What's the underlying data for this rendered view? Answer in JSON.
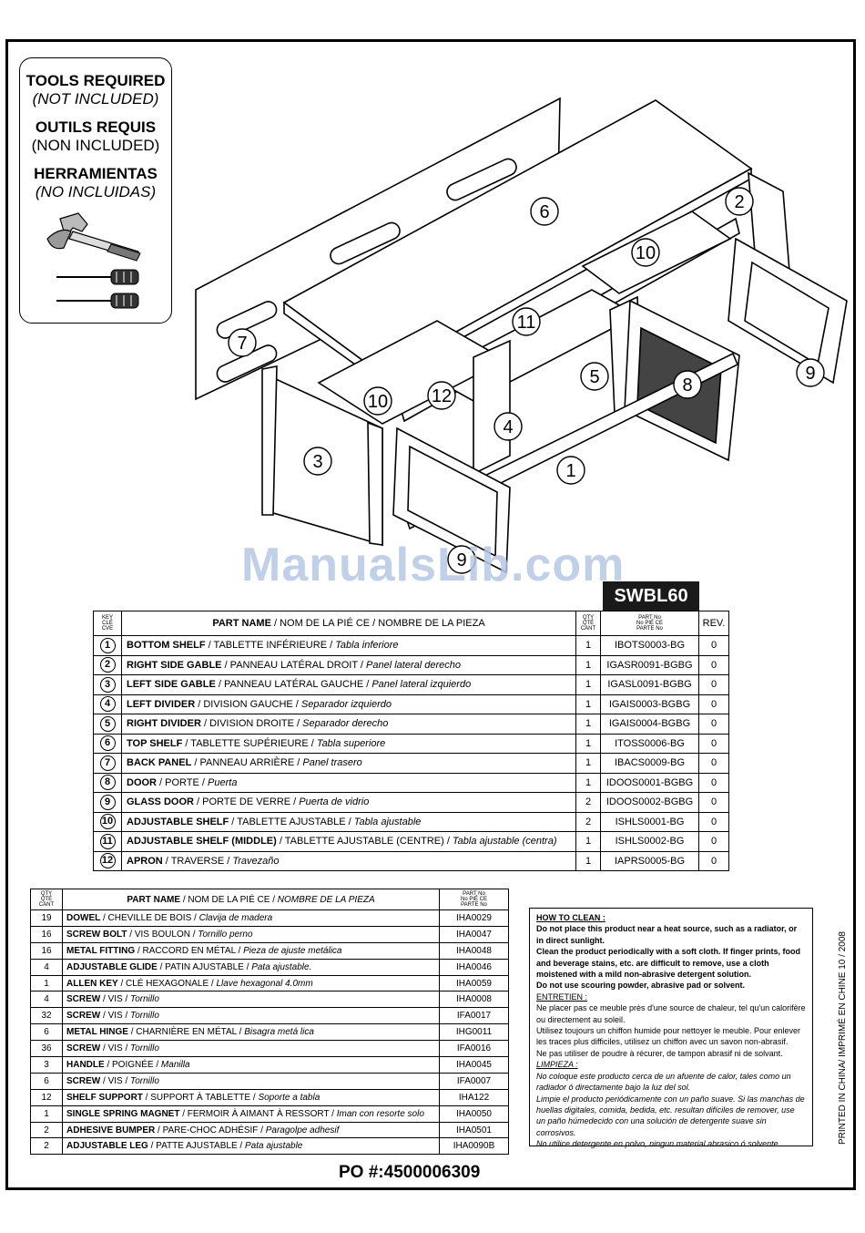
{
  "tools": {
    "en_title": "TOOLS REQUIRED",
    "en_sub": "(NOT INCLUDED)",
    "fr_title": "OUTILS REQUIS",
    "fr_sub": "(NON INCLUDED)",
    "es_title": "HERRAMIENTAS",
    "es_sub": "(NO  INCLUIDAS)"
  },
  "callouts": [
    "1",
    "2",
    "3",
    "4",
    "5",
    "6",
    "7",
    "8",
    "9",
    "9",
    "10",
    "10",
    "11",
    "12"
  ],
  "watermark": "ManualsLib.com",
  "model": "SWBL60",
  "parts_header": {
    "key": "KEY\nCLÉ\nCVE",
    "part_name_bold": "PART NAME",
    "part_name_rest": " / NOM DE LA PIÉ CE / NOMBRE DE LA PIEZA",
    "qty": "QTY\nQTÉ\nCANT",
    "part_no": "PART No\nNo PIÉ CE\nPARTE No",
    "rev": "REV."
  },
  "parts": [
    {
      "key": "1",
      "en": "BOTTOM SHELF",
      "fr": " / TABLETTE INFÉRIEURE / ",
      "es": "Tabla inferiore",
      "qty": "1",
      "no": "IBOTS0003-BG",
      "rev": "0"
    },
    {
      "key": "2",
      "en": "RIGHT SIDE GABLE",
      "fr": " / PANNEAU LATÉRAL DROIT / ",
      "es": "Panel lateral derecho",
      "qty": "1",
      "no": "IGASR0091-BGBG",
      "rev": "0"
    },
    {
      "key": "3",
      "en": "LEFT SIDE GABLE",
      "fr": " / PANNEAU LATÉRAL GAUCHE / ",
      "es": "Panel lateral izquierdo",
      "qty": "1",
      "no": "IGASL0091-BGBG",
      "rev": "0"
    },
    {
      "key": "4",
      "en": "LEFT DIVIDER",
      "fr": " / DIVISION GAUCHE / ",
      "es": "Separador izquierdo",
      "qty": "1",
      "no": "IGAIS0003-BGBG",
      "rev": "0"
    },
    {
      "key": "5",
      "en": "RIGHT DIVIDER",
      "fr": " / DIVISION DROITE / ",
      "es": "Separador derecho",
      "qty": "1",
      "no": "IGAIS0004-BGBG",
      "rev": "0"
    },
    {
      "key": "6",
      "en": "TOP SHELF",
      "fr": " / TABLETTE SUPÉRIEURE / ",
      "es": "Tabla superiore",
      "qty": "1",
      "no": "ITOSS0006-BG",
      "rev": "0"
    },
    {
      "key": "7",
      "en": "BACK PANEL",
      "fr": " / PANNEAU ARRIÈRE / ",
      "es": "Panel trasero",
      "qty": "1",
      "no": "IBACS0009-BG",
      "rev": "0"
    },
    {
      "key": "8",
      "en": "DOOR",
      "fr": " / PORTE / ",
      "es": "Puerta",
      "qty": "1",
      "no": "IDOOS0001-BGBG",
      "rev": "0"
    },
    {
      "key": "9",
      "en": "GLASS DOOR",
      "fr": " / PORTE DE VERRE  / ",
      "es": "Puerta de vidrio",
      "qty": "2",
      "no": "IDOOS0002-BGBG",
      "rev": "0"
    },
    {
      "key": "10",
      "en": "ADJUSTABLE SHELF",
      "fr": " / TABLETTE  AJUSTABLE / ",
      "es": "Tabla ajustable",
      "qty": "2",
      "no": "ISHLS0001-BG",
      "rev": "0"
    },
    {
      "key": "11",
      "en": "ADJUSTABLE SHELF (MIDDLE)",
      "fr": " / TABLETTE  AJUSTABLE (CENTRE) / ",
      "es": "Tabla ajustable (centra)",
      "qty": "1",
      "no": "ISHLS0002-BG",
      "rev": "0"
    },
    {
      "key": "12",
      "en": "APRON",
      "fr": " / TRAVERSE / ",
      "es": "Travezaño",
      "qty": "1",
      "no": "IAPRS0005-BG",
      "rev": "0"
    }
  ],
  "hardware_header": {
    "qty": "QTY\nQTÉ\nCANT",
    "part_name_bold": "PART NAME",
    "part_name_rest": " / NOM DE LA PIÉ CE / ",
    "part_name_es": "NOMBRE DE LA PIEZA",
    "part_no": "PART No\nNo PIÉ CE\nPARTE No"
  },
  "hardware": [
    {
      "qty": "19",
      "en": "DOWEL",
      "fr": " / CHEVILLE DE BOIS / ",
      "es": "Clavija de madera",
      "no": "IHA0029"
    },
    {
      "qty": "16",
      "en": "SCREW BOLT",
      "fr": " / VIS BOULON / ",
      "es": "Tornillo perno",
      "no": "IHA0047"
    },
    {
      "qty": "16",
      "en": "METAL FITTING",
      "fr": " / RACCORD EN MÉTAL / ",
      "es": "Pieza de ajuste metálica",
      "no": "IHA0048"
    },
    {
      "qty": "4",
      "en": "ADJUSTABLE GLIDE",
      "fr": " / PATIN  AJUSTABLE / ",
      "es": "Pata ajustable.",
      "no": "IHA0046"
    },
    {
      "qty": "1",
      "en": "ALLEN KEY",
      "fr": " / CLÉ HEXAGONALE / ",
      "es": "Llave hexagonal     4.0mm",
      "no": "IHA0059"
    },
    {
      "qty": "4",
      "en": "SCREW",
      "fr": " /  VIS / ",
      "es": "Tornillo",
      "no": "IHA0008"
    },
    {
      "qty": "32",
      "en": "SCREW",
      "fr": " /  VIS / ",
      "es": "Tornillo",
      "no": "IFA0017"
    },
    {
      "qty": "6",
      "en": "METAL HINGE",
      "fr": " / CHARNIÈRE EN MÉTAL / ",
      "es": "Bisagra metá lica",
      "no": "IHG0011"
    },
    {
      "qty": "36",
      "en": "SCREW",
      "fr": " /  VIS / ",
      "es": "Tornillo",
      "no": "IFA0016"
    },
    {
      "qty": "3",
      "en": "HANDLE",
      "fr": " / POIGNÉE / ",
      "es": "Manilla",
      "no": "IHA0045"
    },
    {
      "qty": "6",
      "en": "SCREW",
      "fr": " /  VIS / ",
      "es": "Tornillo",
      "no": "IFA0007"
    },
    {
      "qty": "12",
      "en": "SHELF SUPPORT",
      "fr": " / SUPPORT À  TABLETTE / ",
      "es": "Soporte a tabla",
      "no": "IHA122"
    },
    {
      "qty": "1",
      "en": "SINGLE SPRING MAGNET",
      "fr": " / FERMOIR À AIMANT À RESSORT  / ",
      "es": "Iman con resorte solo",
      "no": "IHA0050"
    },
    {
      "qty": "2",
      "en": "ADHESIVE BUMPER",
      "fr": " / PARE-CHOC ADHÉSIF  / ",
      "es": "Paragolpe adhesif",
      "no": "IHA0501"
    },
    {
      "qty": "2",
      "en": "ADJUSTABLE  LEG",
      "fr": " / PATTE  AJUSTABLE / ",
      "es": "Pata ajustable",
      "no": "IHA0090B"
    }
  ],
  "clean": {
    "en_title": "HOW TO CLEAN :",
    "en_1": "Do not place this product near a heat source, such as a radiator, or in direct sunlight.",
    "en_2": "Clean the product periodically with a soft cloth. If finger prints, food and beverage stains, etc. are difficult to remove, use a cloth moistened with a mild non-abrasive detergent solution.",
    "en_3": "Do not use scouring powder, abrasive pad or solvent.",
    "fr_title": "ENTRETIEN :",
    "fr_1": "Ne placer pas ce meuble près d'une source de chaleur, tel qu'un calorifère ou directement au soleil.",
    "fr_2": "Utilisez toujours un chiffon humide pour nettoyer le meuble. Pour enlever les traces plus difficiles, utilisez un chiffon avec un savon non-abrasif.",
    "fr_3": "Ne pas utiliser de poudre à  récurer, de tampon abrasif ni de solvant.",
    "es_title": "LIMPIEZA :",
    "es_1": "No coloque este producto cerca de un afuente de calor, tales como un radiador ó  directamente bajo la luz del sol.",
    "es_2": "Limpie el producto periódicamente con un paño suave. Si las manchas de huellas digitales, comida, bedida, etc. resultan difíciles de remover, use un paño húmedecido con una solución de detergente suave sin corrosivos.",
    "es_3": "No utilice detergente en polvo, ningun material abrasico ó solvente."
  },
  "printed": "PRINTED IN CHINA/ IMPRIMÉ  EN  CHINE   10 / 2008",
  "po": "PO #:4500006309"
}
